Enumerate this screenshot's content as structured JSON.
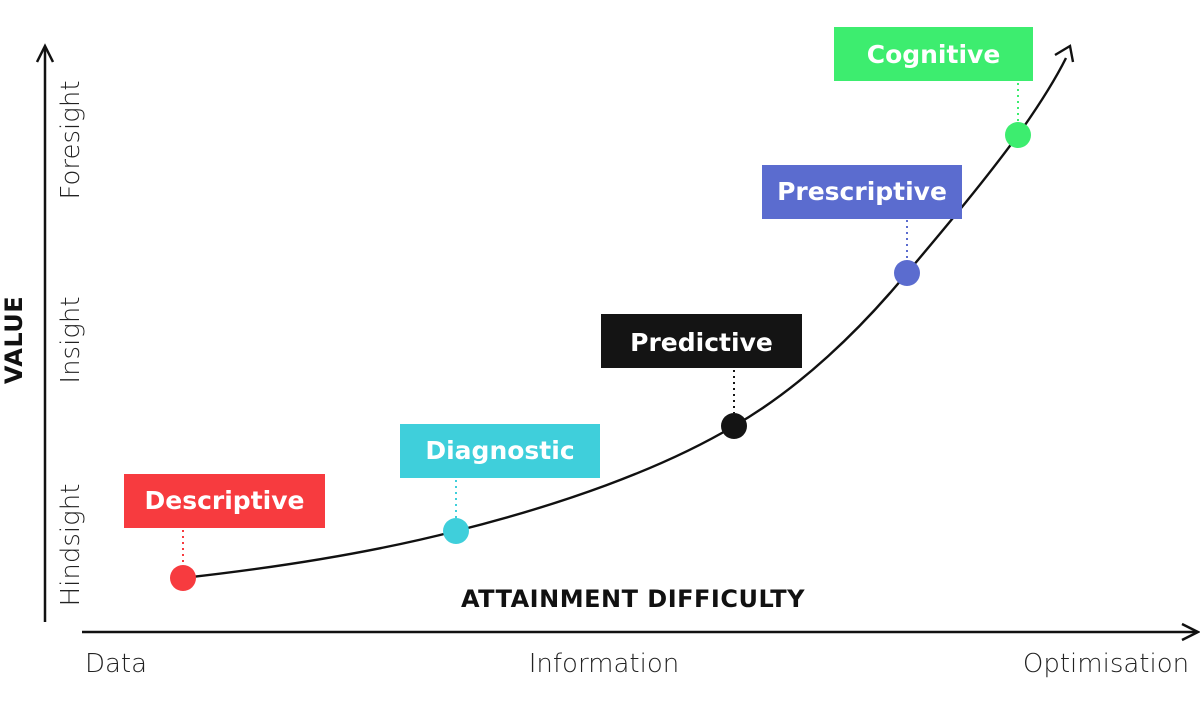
{
  "diagram": {
    "x_axis": {
      "title": "ATTAINMENT DIFFICULTY",
      "ticks": [
        "Data",
        "Information",
        "Optimisation"
      ]
    },
    "y_axis": {
      "title": "VALUE",
      "ticks": [
        "Hindsight",
        "Insight",
        "Foresight"
      ]
    },
    "stages": [
      {
        "label": "Descriptive",
        "color": "#f73b3f"
      },
      {
        "label": "Diagnostic",
        "color": "#3fcfdb"
      },
      {
        "label": "Predictive",
        "color": "#141414"
      },
      {
        "label": "Prescriptive",
        "color": "#5b6ccf"
      },
      {
        "label": "Cognitive",
        "color": "#3ded6f"
      }
    ]
  }
}
